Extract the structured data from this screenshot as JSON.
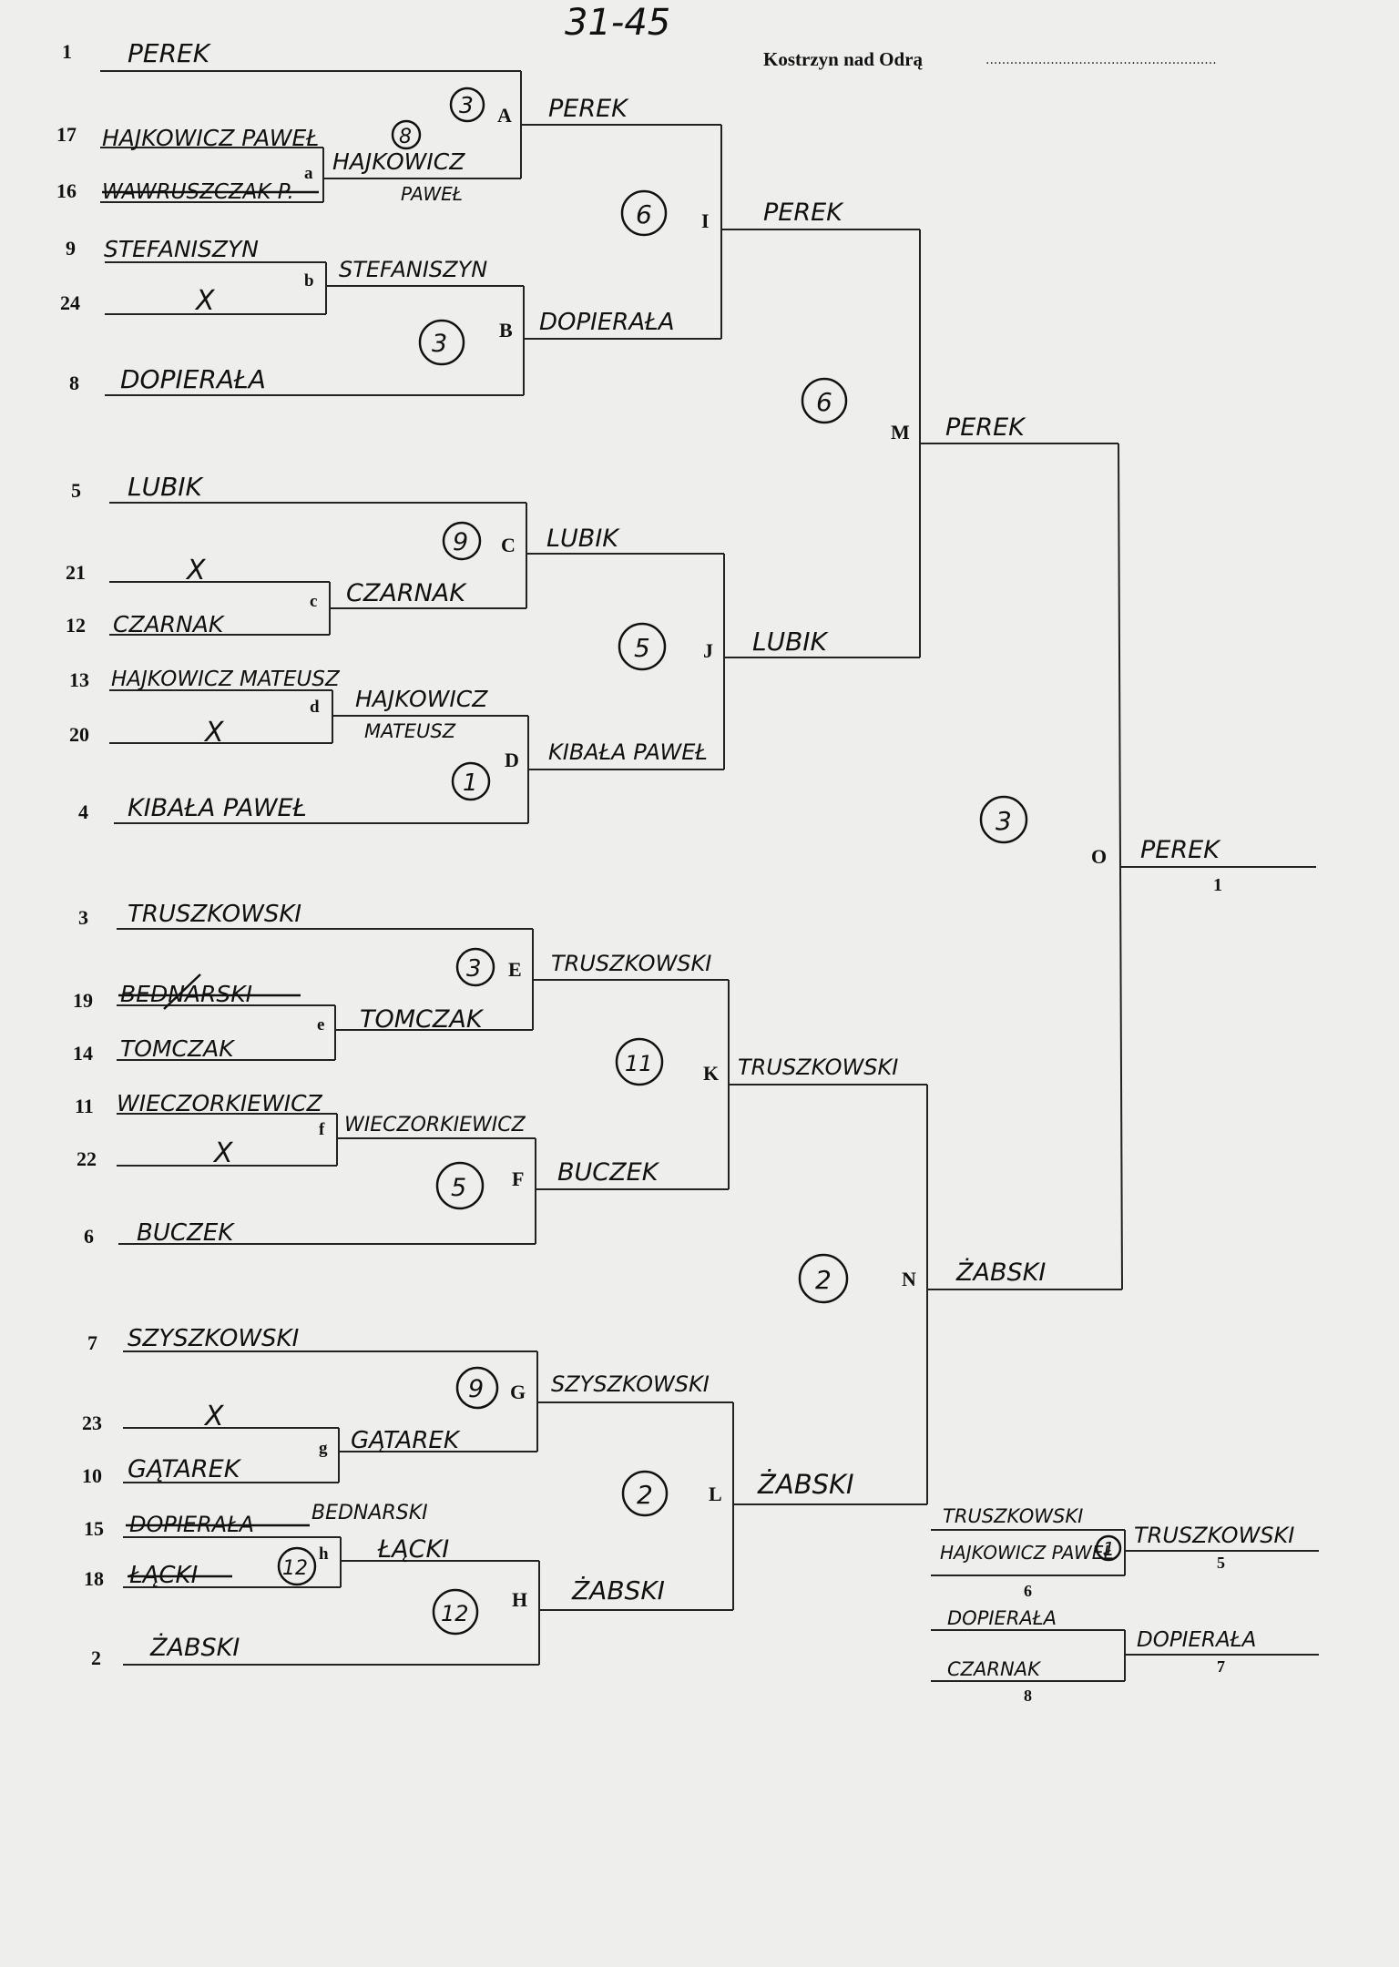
{
  "header": {
    "score": "31-45",
    "venue": "Kostrzyn nad Odrą",
    "dots": "........................................................."
  },
  "seeds": {
    "s1": "1",
    "s17": "17",
    "s16": "16",
    "s9": "9",
    "s24": "24",
    "s8": "8",
    "s5": "5",
    "s21": "21",
    "s12": "12",
    "s13": "13",
    "s20": "20",
    "s4": "4",
    "s3": "3",
    "s19": "19",
    "s14": "14",
    "s11": "11",
    "s22": "22",
    "s6": "6",
    "s7": "7",
    "s23": "23",
    "s10": "10",
    "s15": "15",
    "s18": "18",
    "s2": "2"
  },
  "players": {
    "p1": "PEREK",
    "p17": "HAJKOWICZ PAWEŁ",
    "p16": "WAWRUSZCZAK P.",
    "p9": "STEFANISZYN",
    "p24": "X",
    "p8": "DOPIERAŁA",
    "p5": "LUBIK",
    "p21": "X",
    "p12": "CZARNAK",
    "p13": "HAJKOWICZ MATEUSZ",
    "p20": "X",
    "p4": "KIBAŁA PAWEŁ",
    "p3": "TRUSZKOWSKI",
    "p19": "BEDNARSKI",
    "p14": "TOMCZAK",
    "p11": "WIECZORKIEWICZ",
    "p22": "X",
    "p6": "BUCZEK",
    "p7": "SZYSZKOWSKI",
    "p23": "X",
    "p10": "GĄTAREK",
    "p15": "DOPIERAŁA",
    "p15_fix": "BEDNARSKI",
    "p18": "ŁĄCKI",
    "p2": "ŻABSKI"
  },
  "prelim": {
    "a": {
      "letter": "a",
      "winner_line1": "HAJKOWICZ",
      "winner_line2": "PAWEŁ",
      "score": "8"
    },
    "b": {
      "letter": "b",
      "winner": "STEFANISZYN"
    },
    "c": {
      "letter": "c",
      "winner": "CZARNAK"
    },
    "d": {
      "letter": "d",
      "winner_line1": "HAJKOWICZ",
      "winner_line2": "MATEUSZ"
    },
    "e": {
      "letter": "e",
      "winner": "TOMCZAK"
    },
    "f": {
      "letter": "f",
      "winner": "WIECZORKIEWICZ"
    },
    "g": {
      "letter": "g",
      "winner": "GĄTAREK"
    },
    "h": {
      "letter": "h",
      "winner": "ŁĄCKI",
      "score": "12"
    }
  },
  "round2": {
    "A": {
      "letter": "A",
      "winner": "PEREK",
      "score": "3"
    },
    "B": {
      "letter": "B",
      "winner": "DOPIERAŁA",
      "score": "3"
    },
    "C": {
      "letter": "C",
      "winner": "LUBIK",
      "score": "9"
    },
    "D": {
      "letter": "D",
      "winner": "KIBAŁA PAWEŁ",
      "score": "1"
    },
    "E": {
      "letter": "E",
      "winner": "TRUSZKOWSKI",
      "score": "3"
    },
    "F": {
      "letter": "F",
      "winner": "BUCZEK",
      "score": "5"
    },
    "G": {
      "letter": "G",
      "winner": "SZYSZKOWSKI",
      "score": "9"
    },
    "H": {
      "letter": "H",
      "winner": "ŻABSKI",
      "score": "12"
    }
  },
  "round3": {
    "I": {
      "letter": "I",
      "winner": "PEREK",
      "score": "6"
    },
    "J": {
      "letter": "J",
      "winner": "LUBIK",
      "score": "5"
    },
    "K": {
      "letter": "K",
      "winner": "TRUSZKOWSKI",
      "score": "11"
    },
    "L": {
      "letter": "L",
      "winner": "ŻABSKI",
      "score": "2"
    }
  },
  "semis": {
    "M": {
      "letter": "M",
      "winner": "PEREK",
      "score": "6"
    },
    "N": {
      "letter": "N",
      "winner": "ŻABSKI",
      "score": "2"
    }
  },
  "final": {
    "letter": "O",
    "winner": "PEREK",
    "score": "3",
    "place": "1"
  },
  "placement": {
    "p56_top": "TRUSZKOWSKI",
    "p56_bot": "HAJKOWICZ PAWEŁ",
    "p56_score": "1",
    "p56_winner": "TRUSZKOWSKI",
    "place5": "5",
    "place6": "6",
    "p78_top": "DOPIERAŁA",
    "p78_bot": "CZARNAK",
    "p78_winner": "DOPIERAŁA",
    "place7": "7",
    "place8": "8"
  }
}
